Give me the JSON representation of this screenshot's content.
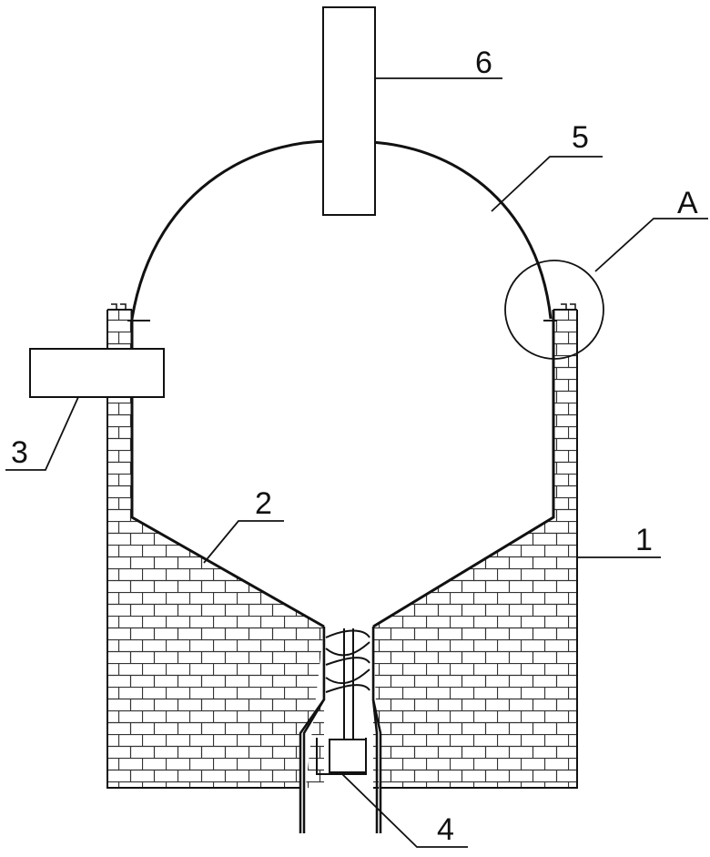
{
  "labels": {
    "l1": "1",
    "l2": "2",
    "l3": "3",
    "l4": "4",
    "l5": "5",
    "l6": "6",
    "lA": "A"
  },
  "colors": {
    "ink": "#111111",
    "brick_line": "#333333",
    "background": "#ffffff"
  }
}
